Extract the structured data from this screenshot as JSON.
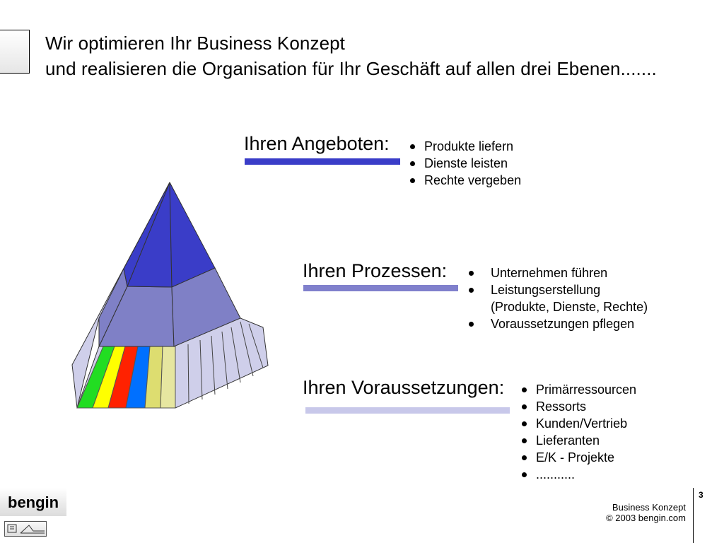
{
  "header": {
    "line1": "Wir optimieren Ihr Business Konzept",
    "line2": "und realisieren die Organisation für Ihr Geschäft auf allen drei Ebenen......."
  },
  "levels": [
    {
      "heading": "Ihren Angeboten:",
      "color": "#3a3dc8",
      "items": [
        "Produkte liefern",
        "Dienste leisten",
        "Rechte vergeben"
      ]
    },
    {
      "heading": "Ihren Prozessen:",
      "color": "#8080cc",
      "items": [
        "Unternehmen führen",
        "Leistungserstellung",
        "(Produkte, Dienste, Rechte)",
        "Voraussetzungen pflegen"
      ]
    },
    {
      "heading": "Ihren Voraussetzungen:",
      "color": "#c8c8ea",
      "items": [
        "Primärressourcen",
        "Ressorts",
        "Kunden/Vertrieb",
        "Lieferanten",
        "E/K - Projekte",
        "..........."
      ]
    }
  ],
  "pyramid": {
    "top_color": "#3a3dc8",
    "middle_color": "#7f80c6",
    "base_color": "#cfcfea",
    "stripe_colors": [
      "#22dd22",
      "#ffff00",
      "#ff2200",
      "#0070ff",
      "#dddd70",
      "#e6e6a0"
    ]
  },
  "logo": {
    "text": "bengin"
  },
  "footer": {
    "line1": "Business Konzept",
    "line2": "© 2003 bengin.com",
    "page_number": "3"
  }
}
